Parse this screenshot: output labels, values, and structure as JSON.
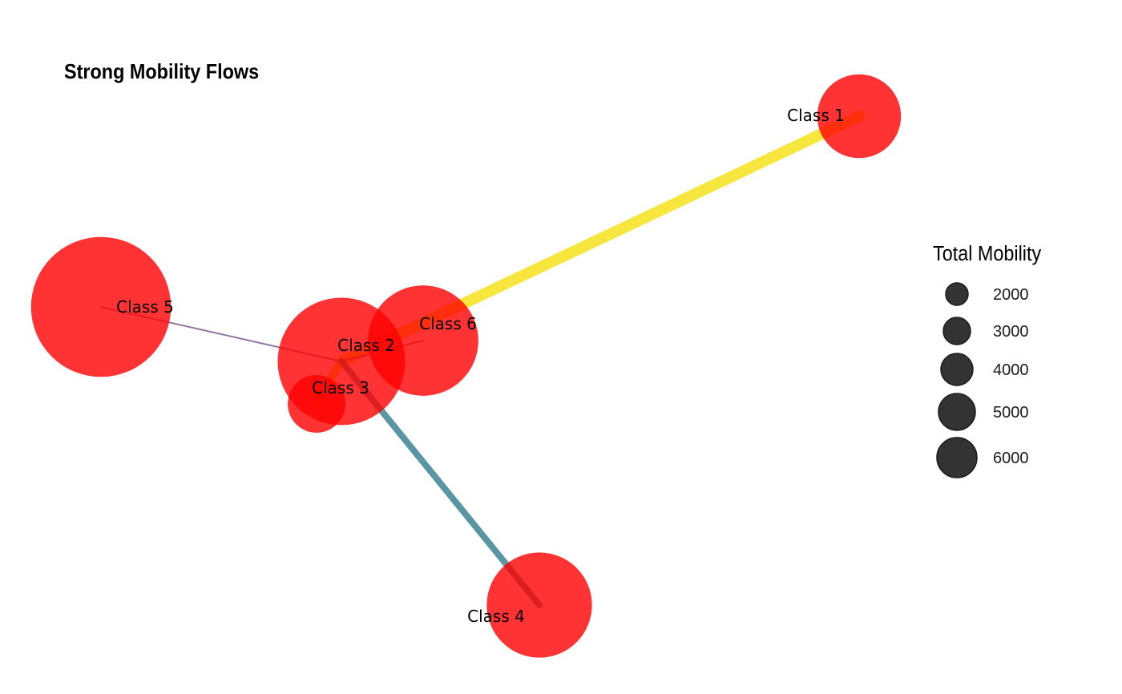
{
  "title": "Strong Mobility Flows",
  "node_color": "#ff0000",
  "nodes": [
    {
      "id": "class1",
      "label": "Class 1",
      "total_mobility": 1900
    },
    {
      "id": "class2",
      "label": "Class 2",
      "total_mobility": 4400
    },
    {
      "id": "class3",
      "label": "Class 3",
      "total_mobility": 900
    },
    {
      "id": "class4",
      "label": "Class 4",
      "total_mobility": 3000
    },
    {
      "id": "class5",
      "label": "Class 5",
      "total_mobility": 5300
    },
    {
      "id": "class6",
      "label": "Class 6",
      "total_mobility": 3300
    }
  ],
  "edges": [
    {
      "from": "class2",
      "to": "class1",
      "color": "#f5e21b"
    },
    {
      "from": "class2",
      "to": "class3",
      "color": "#f5e21b"
    },
    {
      "from": "class2",
      "to": "class4",
      "color": "#3b8493"
    },
    {
      "from": "class2",
      "to": "class5",
      "color": "#7b5c93"
    },
    {
      "from": "class2",
      "to": "class6",
      "color": "#7b5c93"
    }
  ],
  "legend": {
    "title": "Total Mobility",
    "items": [
      {
        "label": "2000",
        "value": 2000
      },
      {
        "label": "3000",
        "value": 3000
      },
      {
        "label": "4000",
        "value": 4000
      },
      {
        "label": "5000",
        "value": 5000
      },
      {
        "label": "6000",
        "value": 6000
      }
    ]
  }
}
